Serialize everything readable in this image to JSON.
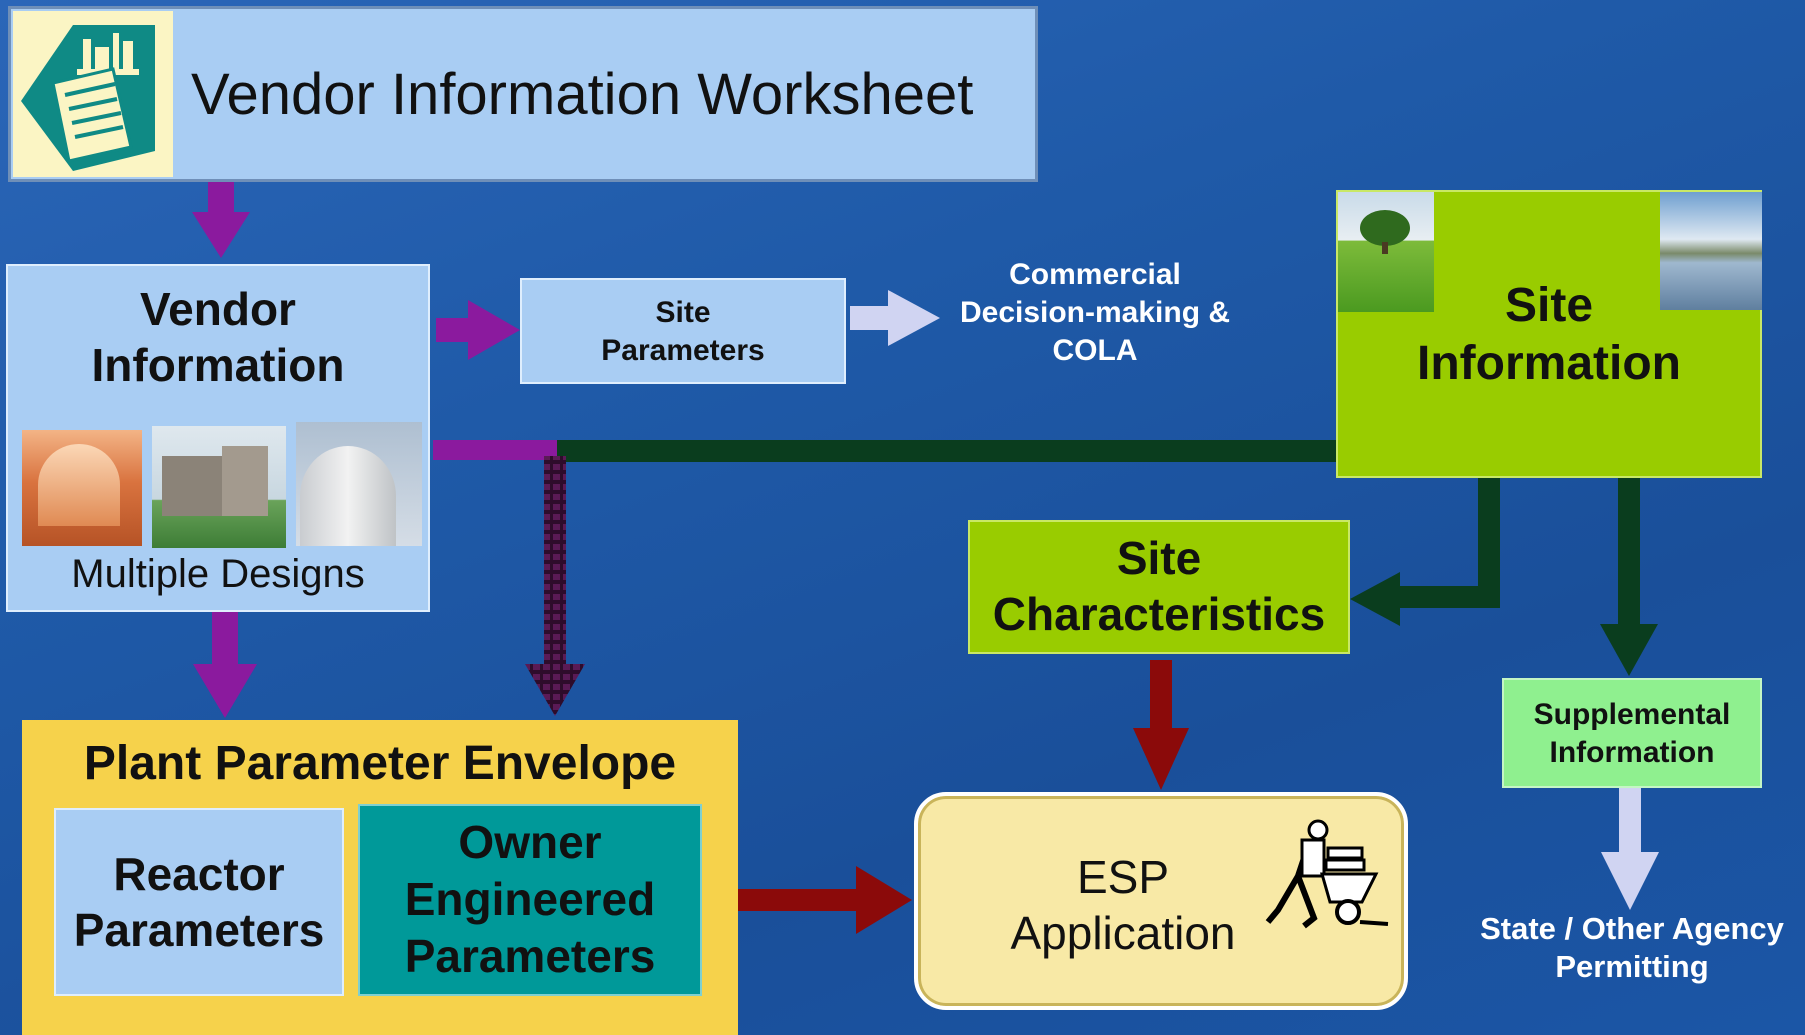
{
  "title": "Vendor Information Worksheet",
  "vendor_info": {
    "title_line1": "Vendor",
    "title_line2": "Information",
    "caption": "Multiple Designs"
  },
  "site_params": {
    "line1": "Site",
    "line2": "Parameters"
  },
  "commercial": {
    "line1": "Commercial",
    "line2": "Decision-making &",
    "line3": "COLA"
  },
  "site_info": {
    "line1": "Site",
    "line2": "Information"
  },
  "site_char": {
    "line1": "Site",
    "line2": "Characteristics"
  },
  "supplemental": {
    "line1": "Supplemental",
    "line2": "Information"
  },
  "state_agency": {
    "line1": "State / Other Agency",
    "line2": "Permitting"
  },
  "ppe": {
    "title": "Plant Parameter Envelope"
  },
  "reactor": {
    "line1": "Reactor",
    "line2": "Parameters"
  },
  "owner": {
    "line1": "Owner",
    "line2": "Engineered",
    "line3": "Parameters"
  },
  "esp": {
    "line1": "ESP",
    "line2": "Application"
  },
  "colors": {
    "purple": "#8b1a9e",
    "dark_green": "#0a3d1e",
    "dark_red": "#8b0a0a",
    "light_arrow": "#d0d4f2"
  },
  "icons": [
    "worksheet-logo-icon",
    "person-wheelbarrow-icon"
  ]
}
